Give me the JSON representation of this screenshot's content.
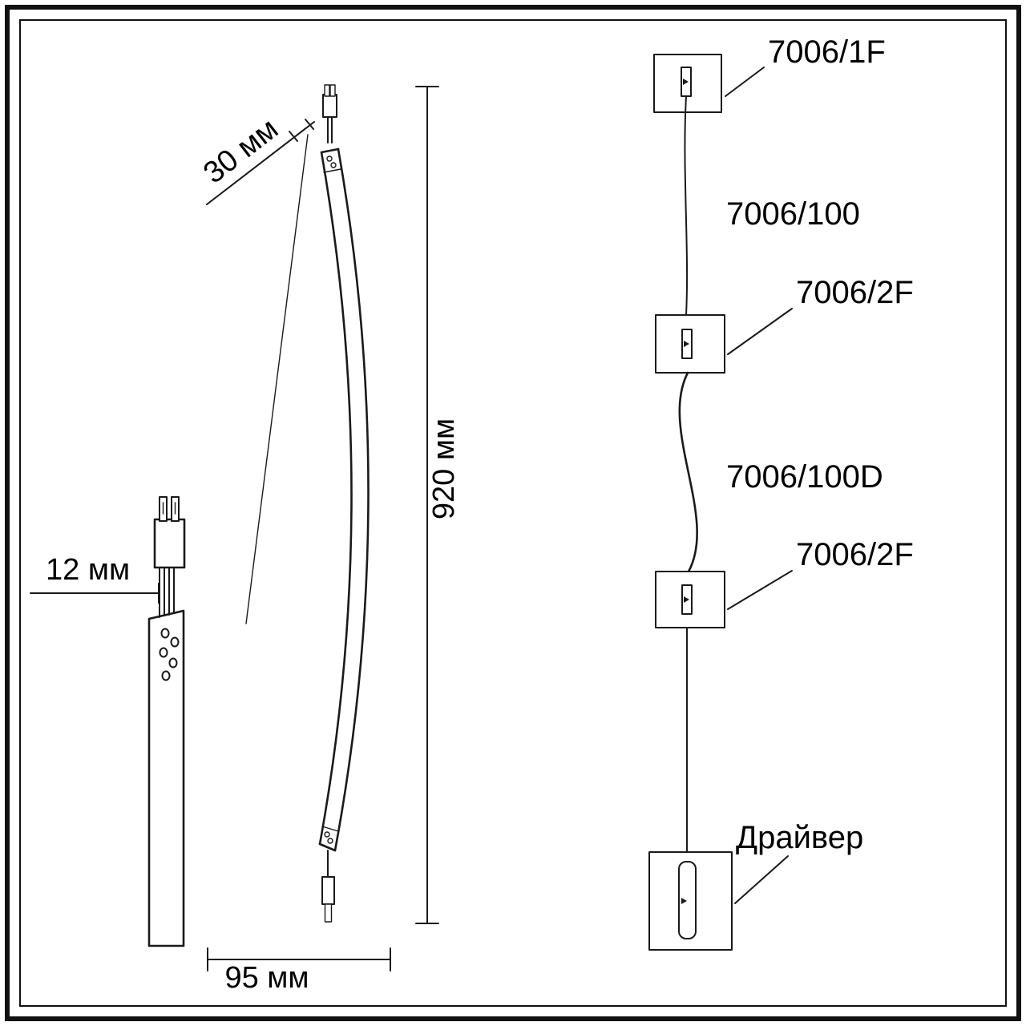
{
  "diagram": {
    "type": "technical-drawing",
    "subject": "pendant light fixture assembly with dimensions",
    "dimensions": {
      "connector_offset": "12 мм",
      "end_length": "30 мм",
      "fixture_length": "920 мм",
      "fixture_width": "95 мм"
    },
    "assembly": {
      "top_mount": "7006/1F",
      "cable_upper": "7006/100",
      "mid_mount_upper": "7006/2F",
      "cable_lower": "7006/100D",
      "mid_mount_lower": "7006/2F",
      "driver": "Драйвер"
    },
    "colors": {
      "line": "#1a1a1a",
      "background": "#ffffff",
      "text": "#000000"
    }
  }
}
